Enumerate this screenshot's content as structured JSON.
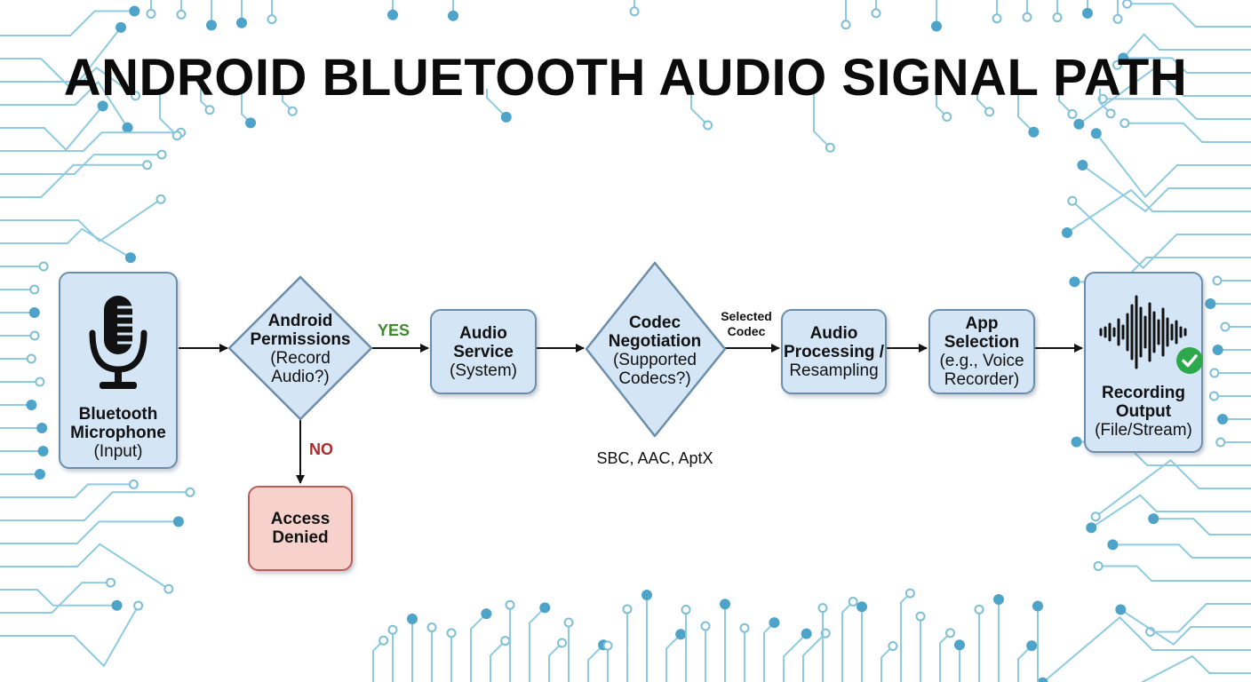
{
  "title": "ANDROID BLUETOOTH AUDIO SIGNAL PATH",
  "nodes": {
    "mic": {
      "icon": "microphone-icon",
      "title1": "Bluetooth",
      "title2": "Microphone",
      "sub": "(Input)"
    },
    "perm": {
      "title1": "Android",
      "title2": "Permissions",
      "sub1": "(Record",
      "sub2": "Audio?)"
    },
    "service": {
      "title1": "Audio",
      "title2": "Service",
      "sub": "(System)"
    },
    "codec": {
      "title1": "Codec",
      "title2": "Negotiation",
      "sub1": "(Supported",
      "sub2": "Codecs?)"
    },
    "processing": {
      "title1": "Audio",
      "title2": "Processing /",
      "sub": "Resampling"
    },
    "app": {
      "title1": "App",
      "title2": "Selection",
      "sub1": "(e.g., Voice",
      "sub2": "Recorder)"
    },
    "output": {
      "icon": "waveform-icon",
      "check_icon": "check-circle-icon",
      "title1": "Recording",
      "title2": "Output",
      "sub": "(File/Stream)"
    },
    "denied": {
      "title1": "Access",
      "title2": "Denied"
    }
  },
  "edges": {
    "yes": "YES",
    "no": "NO",
    "selected1": "Selected",
    "selected2": "Codec"
  },
  "codec_note": "SBC, AAC, AptX",
  "colors": {
    "node_fill": "#d4e6f6",
    "node_border": "#6d8eab",
    "denied_fill": "#f7d2cd",
    "denied_border": "#b65f58",
    "yes": "#3f8a2e",
    "no": "#b0282a",
    "circuit": "#8ecbe0",
    "check": "#2ea84d"
  }
}
